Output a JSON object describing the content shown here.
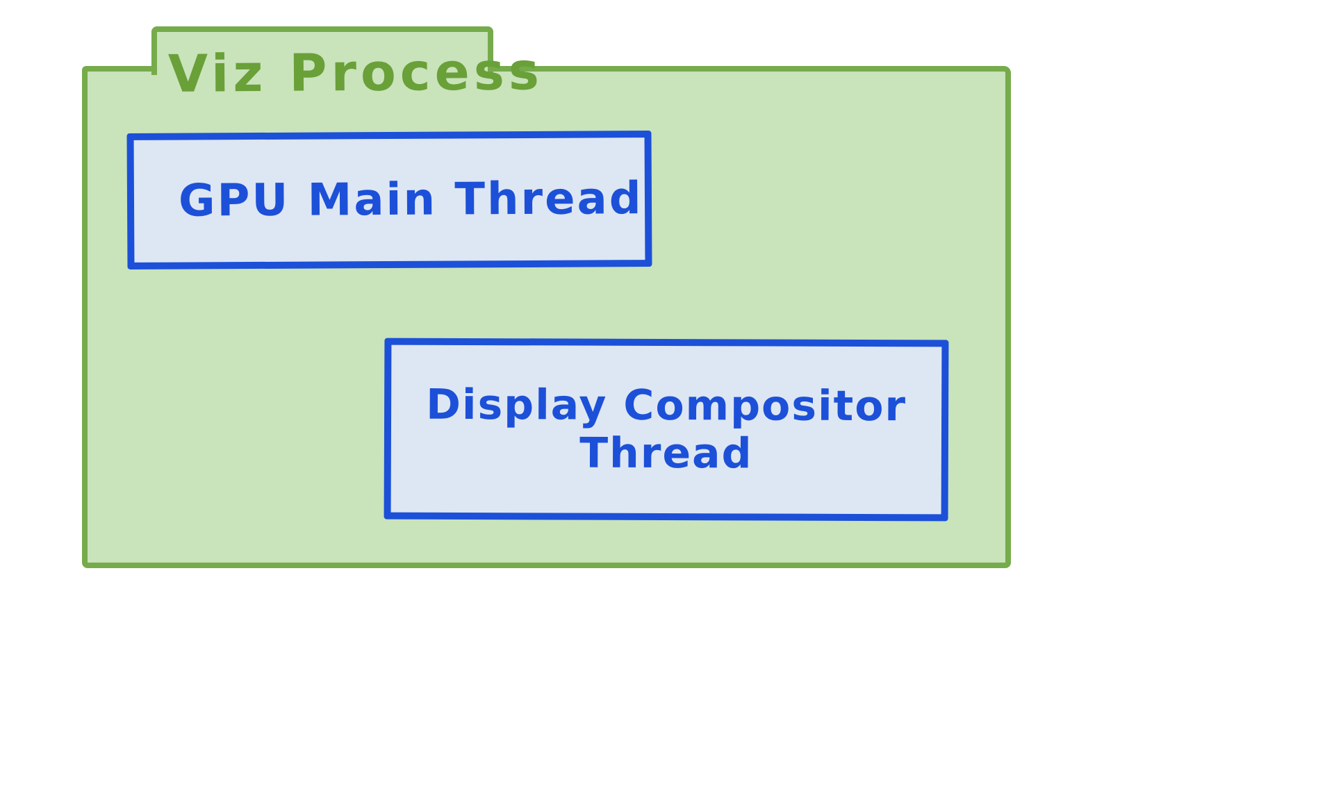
{
  "diagram": {
    "title": "Viz Process",
    "container": {
      "label": "Viz Process"
    },
    "nodes": [
      {
        "id": "gpu-main-thread",
        "label": "GPU Main Thread"
      },
      {
        "id": "display-compositor-thread",
        "label": "Display Compositor Thread",
        "lines": [
          "Display Compositor",
          "Thread"
        ]
      }
    ],
    "colors": {
      "green_border": "#76ab4b",
      "green_fill": "#c9e3bb",
      "green_text": "#69a038",
      "blue_border": "#1c50d8",
      "blue_fill": "#dde6f3",
      "blue_text": "#1c50d8",
      "background": "#ffffff"
    }
  }
}
